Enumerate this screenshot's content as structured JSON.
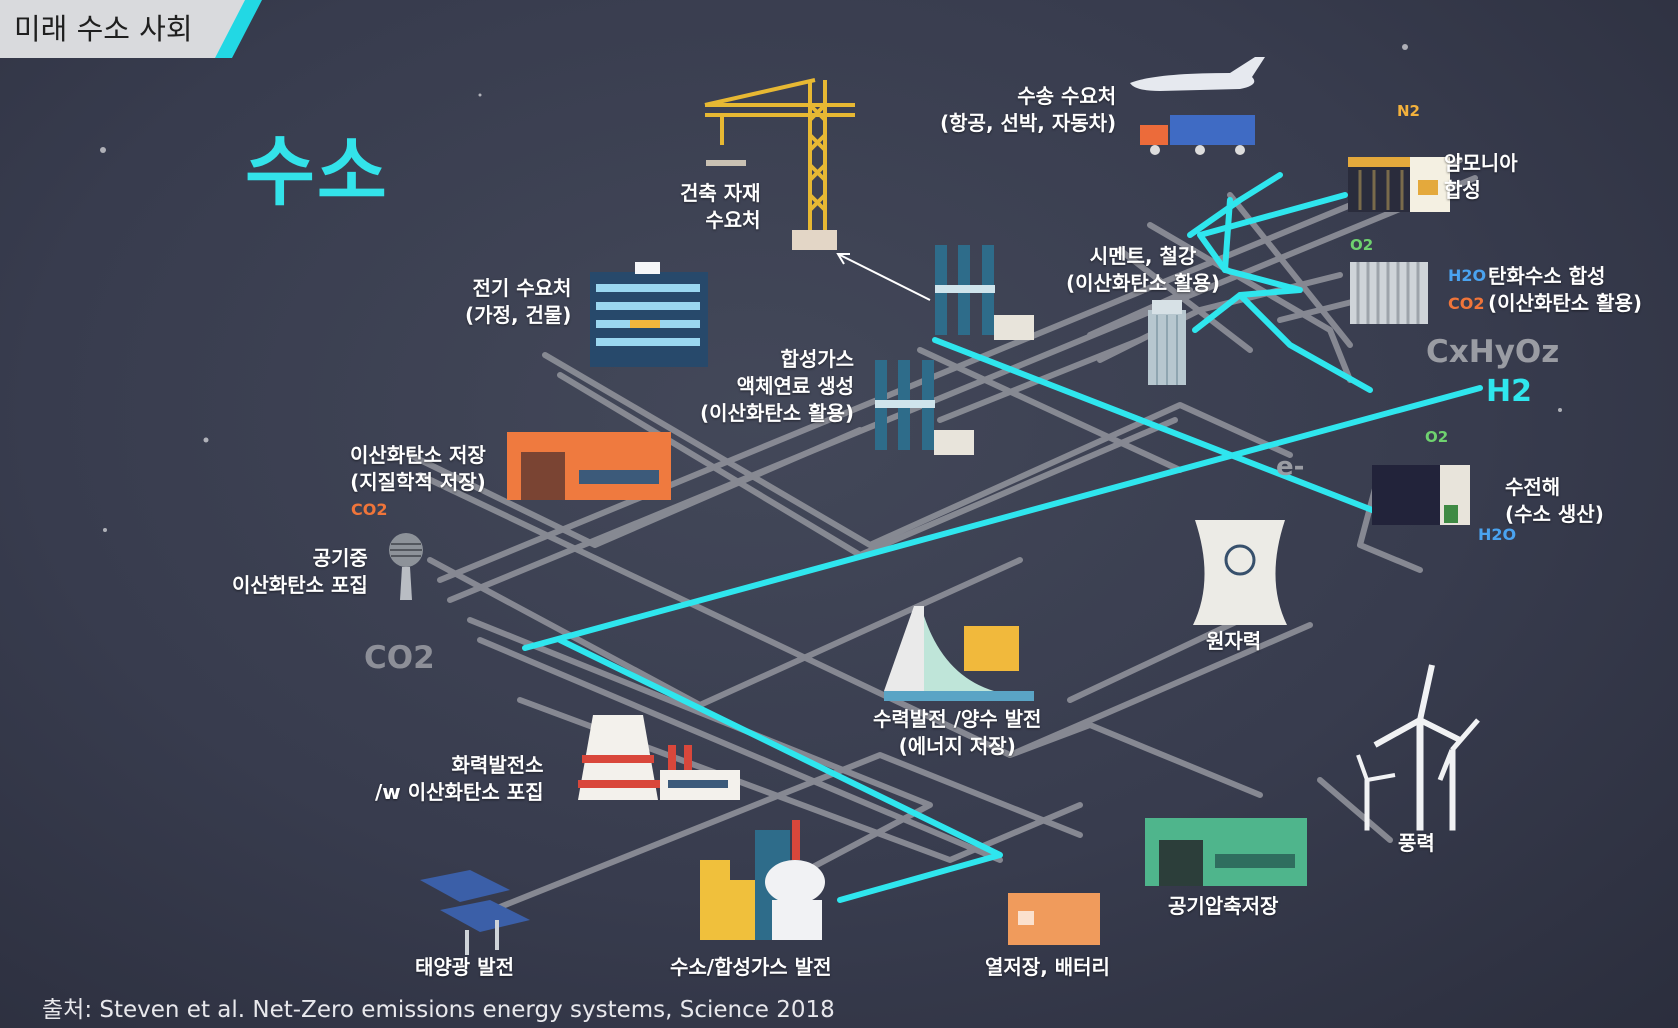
{
  "header": {
    "title": "미래 수소 사회"
  },
  "main_title": "수소",
  "source": "출처: Steven et al. Net-Zero emissions energy systems, Science 2018",
  "colors": {
    "hydrogen": "#2fe6ee",
    "pipe": "#8d8f98",
    "accent_orange": "#f0753a",
    "background": "#383c4e"
  },
  "nodes": {
    "construction": {
      "line1": "건축 자재",
      "line2": "수요처"
    },
    "transport": {
      "line1": "수송 수요처",
      "line2": "(항공, 선박, 자동차)"
    },
    "ammonia": {
      "line1": "암모니아",
      "line2": "합성"
    },
    "electricity": {
      "line1": "전기 수요처",
      "line2": "(가정, 건물)"
    },
    "cement": {
      "line1": "시멘트, 철강",
      "line2": "(이산화탄소 활용)"
    },
    "hydrocarbon": {
      "line1": "탄화수소 합성",
      "line2": "(이산화탄소 활용)"
    },
    "syngas": {
      "line1": "합성가스",
      "line2": "액체연료 생성",
      "line3": "(이산화탄소 활용)"
    },
    "co2_storage": {
      "line1": "이산화탄소 저장",
      "line2": "(지질학적 저장)"
    },
    "electrolysis": {
      "line1": "수전해",
      "line2": "(수소 생산)"
    },
    "air_capture": {
      "line1": "공기중",
      "line2": "이산화탄소 포집"
    },
    "nuclear": {
      "line1": "원자력"
    },
    "hydro": {
      "line1": "수력발전 /양수 발전",
      "line2": "(에너지 저장)"
    },
    "thermal": {
      "line1": "화력발전소",
      "line2": "/w 이산화탄소 포집"
    },
    "wind": {
      "line1": "풍력"
    },
    "compressed_air": {
      "line1": "공기압축저장"
    },
    "solar": {
      "line1": "태양광 발전"
    },
    "h2_power": {
      "line1": "수소/합성가스  발전"
    },
    "heat_storage": {
      "line1": "열저장, 배터리"
    }
  },
  "flows": {
    "cxhyoz": "CxHyOz",
    "h2": "H2",
    "electron": "e-",
    "co2": "CO2"
  },
  "chem": {
    "n2": "N2",
    "o2_top": "O2",
    "h2o_top": "H2O",
    "co2_top": "CO2",
    "o2_electrolysis": "O2",
    "h2o_electrolysis": "H2O",
    "co2_capture": "CO2"
  }
}
